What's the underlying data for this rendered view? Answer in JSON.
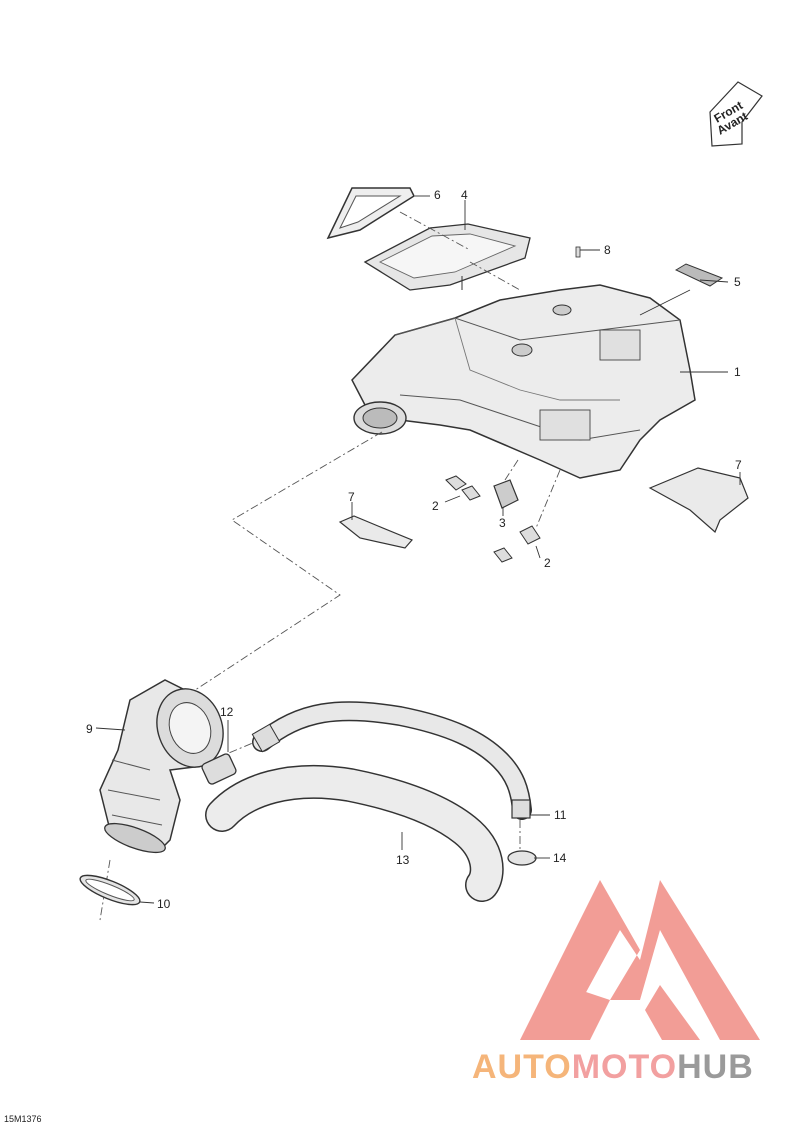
{
  "diagram": {
    "drawing_code": "15M1376",
    "front_badge": {
      "line1": "Front",
      "line2": "Avant"
    },
    "callouts": [
      {
        "id": "c1",
        "label": "1"
      },
      {
        "id": "c2a",
        "label": "2"
      },
      {
        "id": "c2b",
        "label": "2"
      },
      {
        "id": "c3",
        "label": "3"
      },
      {
        "id": "c4",
        "label": "4"
      },
      {
        "id": "c5",
        "label": "5"
      },
      {
        "id": "c6",
        "label": "6"
      },
      {
        "id": "c7a",
        "label": "7"
      },
      {
        "id": "c7b",
        "label": "7"
      },
      {
        "id": "c8",
        "label": "8"
      },
      {
        "id": "c9",
        "label": "9"
      },
      {
        "id": "c10",
        "label": "10"
      },
      {
        "id": "c11",
        "label": "11"
      },
      {
        "id": "c12",
        "label": "12"
      },
      {
        "id": "c13",
        "label": "13"
      },
      {
        "id": "c14",
        "label": "14"
      }
    ]
  },
  "watermark": {
    "part1": "AUTO",
    "part2": "MOTO",
    "part3": "HUB",
    "colors": {
      "auto": "#f5b57a",
      "moto": "#f2a0a0",
      "hub": "#9a9a9a",
      "logo": "#f08c84"
    }
  }
}
